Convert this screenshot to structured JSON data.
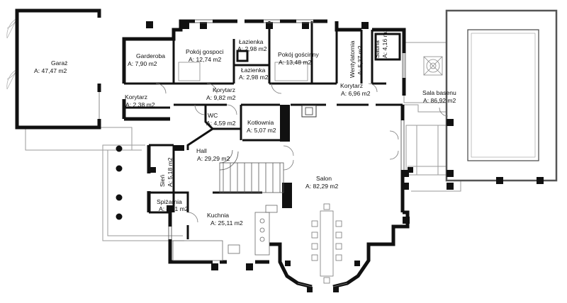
{
  "rooms": {
    "garaz": {
      "name": "Garaż",
      "area": "A: 47,47 m2"
    },
    "garderoba": {
      "name": "Garderoba",
      "area": "A: 7,90 m2"
    },
    "pokoj_gospoci": {
      "name": "Pokój gospoci",
      "area": "A: 12,74 m2"
    },
    "lazienka_1": {
      "name": "Łazienka",
      "area": "A: 2,98 m2"
    },
    "lazienka_2": {
      "name": "Łazienka",
      "area": "A: 2,98 m2"
    },
    "pokoj_goscinny": {
      "name": "Pokój gościnny",
      "area": "A: 13,48 m2"
    },
    "wentylatornia": {
      "name": "Wentylatornia",
      "area": "A: 5,37 m2"
    },
    "sauna": {
      "name": "Sauna",
      "area": "A: 4,16 m2"
    },
    "korytarz_1": {
      "name": "Korytarz",
      "area": "A: 2,38 m2"
    },
    "korytarz_2": {
      "name": "Korytarz",
      "area": "A: 9,82 m2"
    },
    "korytarz_3": {
      "name": "Korytarz",
      "area": "A: 6,96 m2"
    },
    "sala_basenu": {
      "name": "Sala basenu",
      "area": "A: 86,92 m2"
    },
    "wc": {
      "name": "WC",
      "area": "A: 4,59 m2"
    },
    "kotlownia": {
      "name": "Kotłownia",
      "area": "A: 5,07 m2"
    },
    "hall": {
      "name": "Hall",
      "area": "A: 29,29 m2"
    },
    "sien": {
      "name": "Sień",
      "area": "A: 5,18 m2"
    },
    "spizarnia": {
      "name": "Spiżarnia",
      "area": "A: 4,21 m2"
    },
    "salon": {
      "name": "Salon",
      "area": "A: 82,29 m2"
    },
    "kuchnia": {
      "name": "Kuchnia",
      "area": "A: 25,11 m2"
    }
  }
}
